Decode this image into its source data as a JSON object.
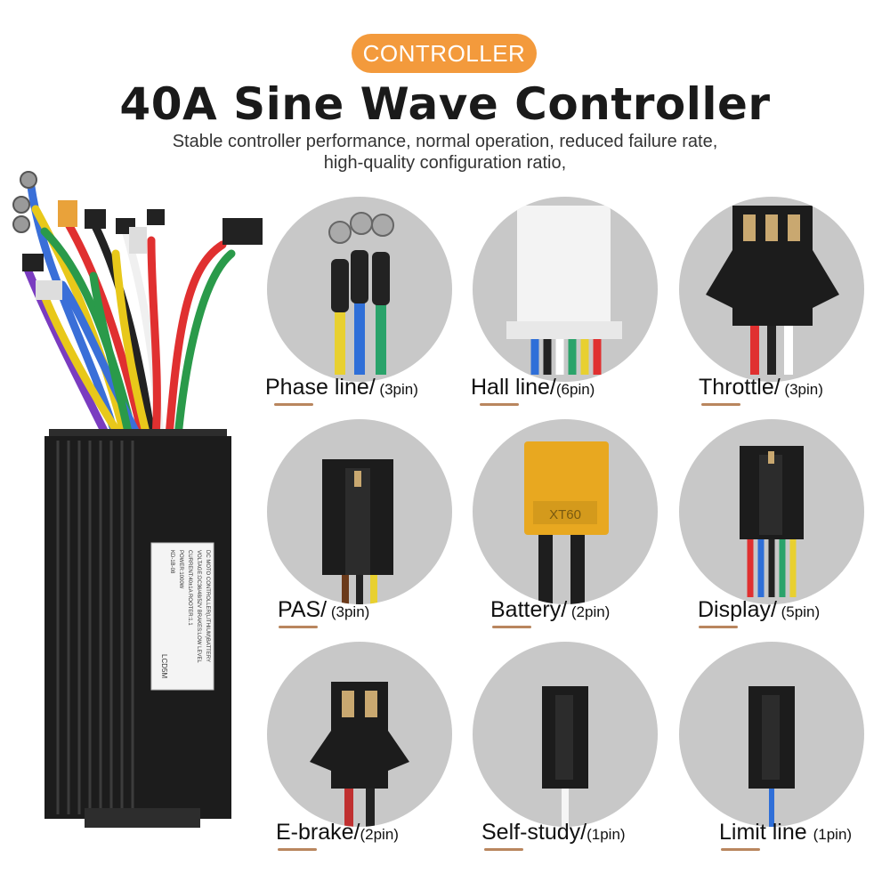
{
  "header": {
    "badge": "CONTROLLER",
    "title": "40A Sine Wave Controller",
    "subtitle_line1": "Stable controller performance, normal operation, reduced failure rate,",
    "subtitle_line2": "high-quality configuration ratio,"
  },
  "controller_label": {
    "line1": "DC MOTO CONTROLLER(LITHIUM)BATTERY",
    "line2": "VOLTAGE:DC36/48/52V  BRAKES:LOW LEVEL",
    "line3": "CURRENT:40±1A  ROOTER:1.1",
    "line4": "POWER:1000W",
    "line5": "KD-1B-08",
    "line6": "LCD5M"
  },
  "connectors": [
    {
      "name": "Phase line/",
      "pin": " (3pin)"
    },
    {
      "name": "Hall line/",
      "pin": "(6pin)"
    },
    {
      "name": "Throttle/",
      "pin": " (3pin)"
    },
    {
      "name": "PAS/",
      "pin": " (3pin)"
    },
    {
      "name": "Battery/",
      "pin": " (2pin)"
    },
    {
      "name": "Display/",
      "pin": " (5pin)"
    },
    {
      "name": "E-brake/",
      "pin": "(2pin)"
    },
    {
      "name": "Self-study/",
      "pin": "(1pin)"
    },
    {
      "name": "Limit line ",
      "pin": "(1pin)"
    }
  ],
  "battery_connector_text": "XT60",
  "colors": {
    "accent": "#f39a3c",
    "underline": "#b9865e",
    "circle": "#c8c8c8"
  }
}
